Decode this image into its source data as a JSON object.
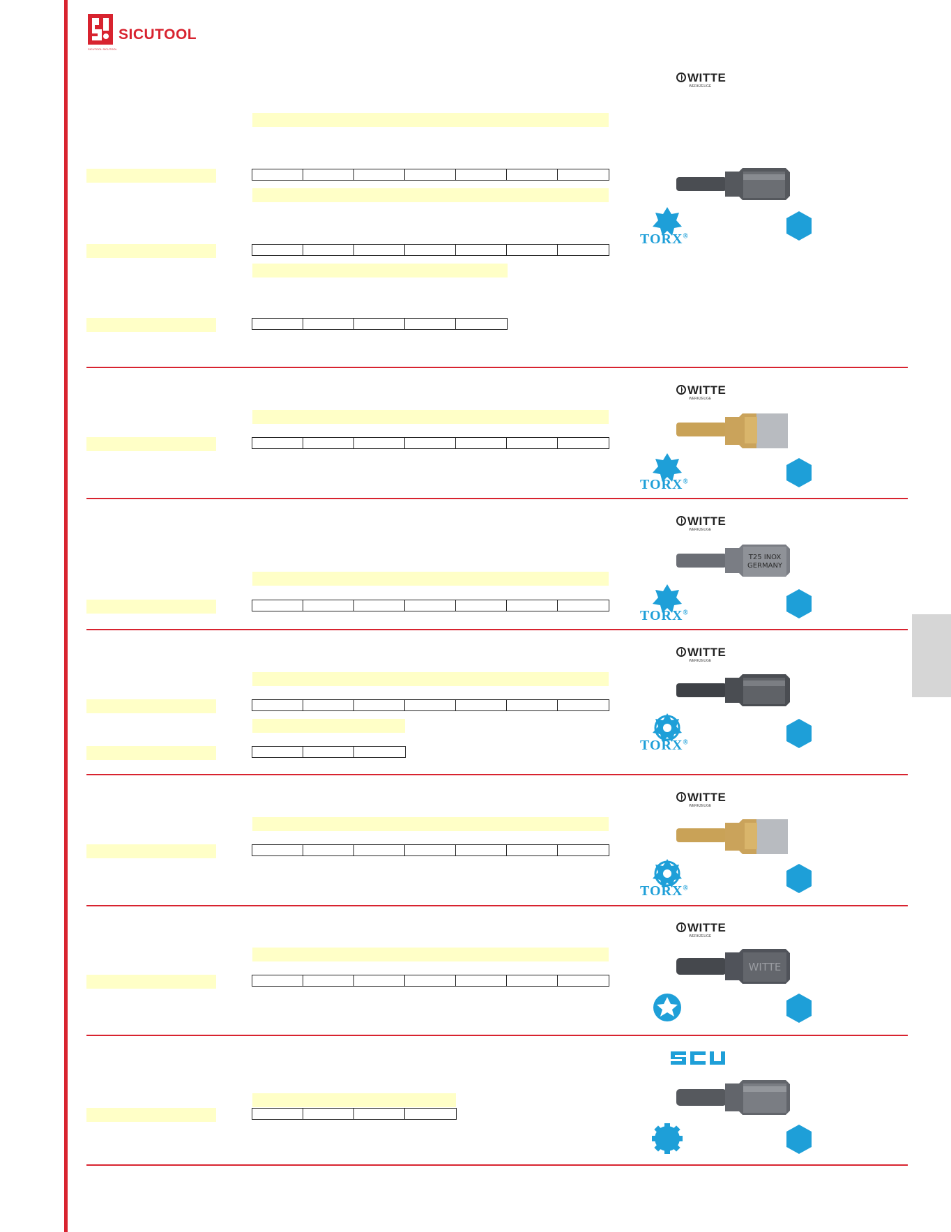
{
  "header": {
    "brand": "SICUTOOL",
    "brand_sub": "SICUTOOL SICUTOOL"
  },
  "colors": {
    "accent_red": "#d8232f",
    "highlight_yellow": "#ffffc7",
    "torx_blue": "#1e9fd8"
  },
  "brands": {
    "witte": "WITTE",
    "witte_sub": "WERKZEUGE"
  },
  "symbols": {
    "torx_word": "TORX",
    "registered": "®"
  },
  "sections": [
    {
      "brand": "witte",
      "bit_icon": "torx-bit-black-icon",
      "profile_icon": "torx-star-icon",
      "drive_icon": "hex-drive-icon"
    },
    {
      "brand": "witte",
      "bit_icon": "torx-bit-gold-icon",
      "profile_icon": "torx-star-icon",
      "drive_icon": "hex-drive-icon"
    },
    {
      "brand": "witte",
      "bit_icon": "torx-bit-inox-icon",
      "profile_icon": "torx-star-icon",
      "drive_icon": "hex-drive-icon",
      "bit_engraving_1": "T25 INOX",
      "bit_engraving_2": "GERMANY"
    },
    {
      "brand": "witte",
      "bit_icon": "torx-bit-black-icon",
      "profile_icon": "torx-tamper-icon",
      "drive_icon": "hex-drive-icon"
    },
    {
      "brand": "witte",
      "bit_icon": "torx-bit-gold-icon",
      "profile_icon": "torx-tamper-icon",
      "drive_icon": "hex-drive-icon"
    },
    {
      "brand": "witte",
      "bit_icon": "torx-plus-bit-icon",
      "profile_icon": "five-lobe-icon",
      "drive_icon": "hex-drive-icon",
      "bit_engraving_1": "WITTE"
    },
    {
      "brand": "scu",
      "bit_icon": "torx-bit-icon",
      "profile_icon": "spline-icon",
      "drive_icon": "hex-drive-icon"
    }
  ],
  "side_tab": {
    "label": ""
  }
}
